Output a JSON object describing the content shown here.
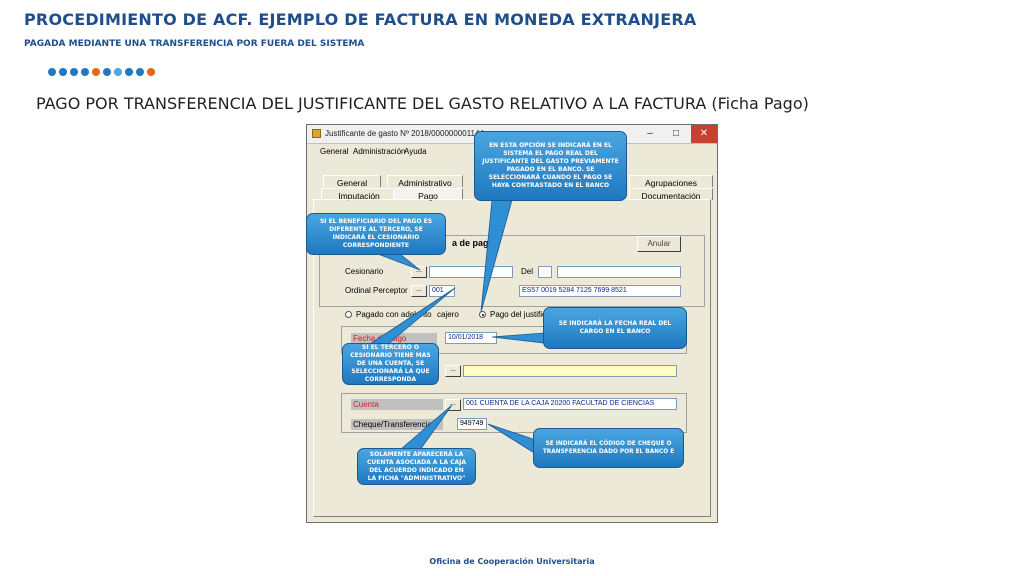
{
  "slide": {
    "title": "PROCEDIMIENTO DE ACF. EJEMPLO DE FACTURA EN MONEDA EXTRANJERA",
    "subtitle": "PAGADA MEDIANTE UNA TRANSFERENCIA POR FUERA DEL SISTEMA",
    "heading": "PAGO POR TRANSFERENCIA DEL JUSTIFICANTE DEL GASTO RELATIVO A LA FACTURA (Ficha Pago)",
    "footer": "Oficina de Cooperación Universitaria",
    "dot_colors": [
      "#1f78c0",
      "#1f78c0",
      "#1f78c0",
      "#1f78c0",
      "#e8641e",
      "#1f78c0",
      "#4aa6e0",
      "#1f78c0",
      "#1f78c0",
      "#e8641e"
    ]
  },
  "window": {
    "title": "Justificante de gasto Nº 2018/000000001144",
    "icon": "document-folder-icon",
    "controls": {
      "minimize": "–",
      "maximize": "□",
      "close": "✕"
    },
    "menu": [
      "General",
      "Administración",
      "Ayuda"
    ],
    "tabs_row1": [
      "General",
      "Administrativo",
      "Agrupaciones"
    ],
    "tabs_row2": [
      "Imputación",
      "Pago",
      "Documentación"
    ],
    "active_tab": "Pago",
    "section_label": "a de pago:",
    "anular_button": "Anular",
    "cesionario_label": "Cesionario",
    "del_label": "Del",
    "ordinal_label": "Ordinal Perceptor",
    "ordinal_value": "001",
    "iban_value": "ES57 0019 5284 7125 7699 8521",
    "ellipsis": "...",
    "radio_adelanto": "Pagado con adelanto",
    "radio_cajero": "cajero",
    "radio_justificante": "Pago del justific",
    "fecha_label": "Fecha de pago",
    "fecha_value": "10/01/2018",
    "cuenta_label": "Cuenta",
    "cuenta_value": "001 CUENTA DE LA CAJA 20200 FACULTAD DE CIENCIAS",
    "cheque_label": "Cheque/Transferencia",
    "cheque_value": "949749"
  },
  "callouts": {
    "top": "EN ESTA OPCIÓN SE INDICARÁ EN EL SISTEMA EL PAGO REAL DEL JUSTIFICANTE DEL GASTO PREVIAMENTE PAGADO EN EL BANCO. SE SELECCIONARÁ CUANDO EL PAGO SE HAYA CONTRASTADO EN EL BANCO",
    "beneficiario": "SI EL BENEFICIARIO DEL PAGO ES DIFERENTE AL TERCERO, SE INDICARÁ EL CESIONARIO CORRESPONDIENTE",
    "fecha": "SE INDICARÁ LA FECHA REAL DEL CARGO EN EL BANCO",
    "tercero": "SI EL TERCERO O CESIONARIO TIENE MAS DE UNA CUENTA, SE SELECCIONARÁ LA QUE CORRESPONDA",
    "cheque": "SE INDICARÁ EL CÓDIGO DE CHEQUE O TRANSFERENCIA DADO POR EL BANCO E",
    "cuenta": "SOLAMENTE APARECERÁ LA CUENTA ASOCIADA A LA CAJA DEL ACUERDO INDICADO EN LA FICHA \"ADMINISTRATIVO\""
  }
}
